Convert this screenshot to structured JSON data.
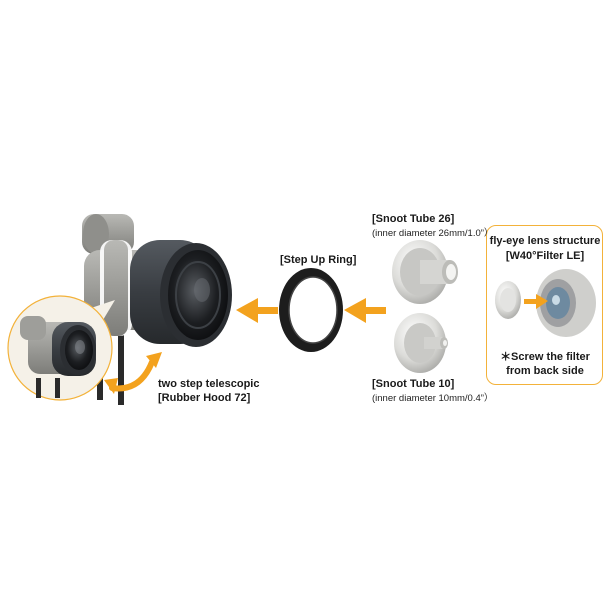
{
  "labels": {
    "step_up_ring": "[Step Up Ring]",
    "snoot26_title": "[Snoot Tube 26]",
    "snoot26_sub": "(inner diameter 26mm/1.0”）",
    "snoot10_title": "[Snoot Tube 10]",
    "snoot10_sub": "(inner diameter 10mm/0.4”）",
    "hood_line1": "two step telescopic",
    "hood_line2": "[Rubber Hood 72]",
    "flyeye_line1": "fly-eye lens structure",
    "flyeye_line2": "[W40°Filter LE]",
    "screw_line1": "＊Screw the filter",
    "screw_line2": "from back side"
  },
  "colors": {
    "arrow": "#f3a21e",
    "box_border": "#f3b23a",
    "hood": "#3b3f44",
    "body": "#9a9a96",
    "silver": "#d9d9d6"
  },
  "icons": [
    "arrow-left-icon",
    "arrow-curved-icon"
  ]
}
